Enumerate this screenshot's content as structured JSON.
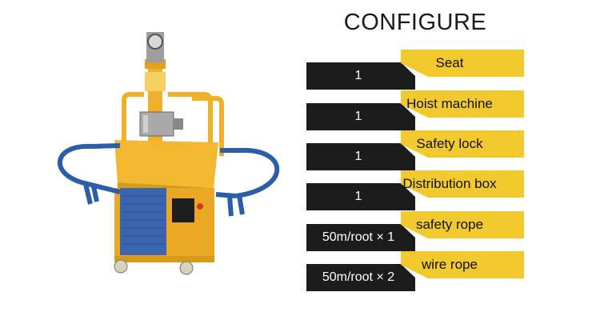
{
  "title": "CONFIGURE",
  "colors": {
    "label_bg": "#f2ca2e",
    "value_bg": "#1c1c1c",
    "frame_yellow": "#f0b12a",
    "rail_blue": "#2a5ea8",
    "panel_blue": "#3a66b0"
  },
  "config_items": [
    {
      "label": "Seat",
      "value": "1"
    },
    {
      "label": "Hoist machine",
      "value": "1"
    },
    {
      "label": "Safety lock",
      "value": "1"
    },
    {
      "label": "Distribution box",
      "value": "1"
    },
    {
      "label": "safety rope",
      "value": "50m/root × 1"
    },
    {
      "label": "wire rope",
      "value": "50m/root × 2"
    }
  ]
}
